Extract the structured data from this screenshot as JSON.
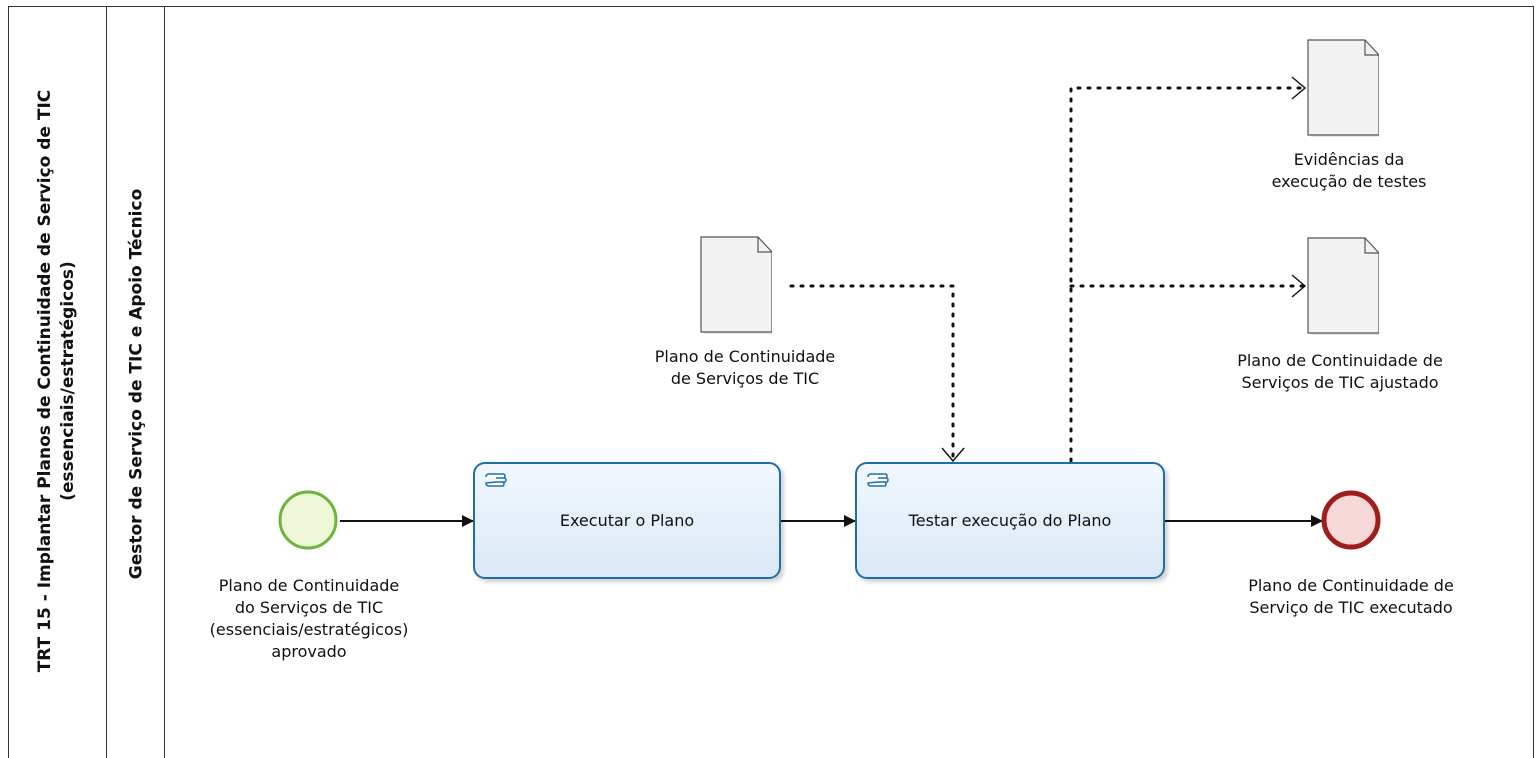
{
  "pool": {
    "title_line1": "TRT 15 - Implantar Planos de Continuidade de Serviço de TIC",
    "title_line2": "(essenciais/estratégicos)"
  },
  "lane": {
    "title": "Gestor de Serviço de TIC e Apoio  Técnico"
  },
  "start_event": {
    "label_lines": [
      "Plano de Continuidade",
      "do Serviços de TIC",
      "(essenciais/estratégicos)",
      "aprovado"
    ]
  },
  "tasks": [
    {
      "label": "Executar o Plano",
      "icon": "manual-task-hand-icon"
    },
    {
      "label": "Testar execução do Plano",
      "icon": "manual-task-hand-icon"
    }
  ],
  "end_event": {
    "label_lines": [
      "Plano de Continuidade de",
      "Serviço de TIC executado"
    ]
  },
  "data_objects": [
    {
      "label_lines": [
        "Plano de Continuidade",
        "de Serviços de TIC"
      ]
    },
    {
      "label_lines": [
        "Evidências da",
        "execução de testes"
      ]
    },
    {
      "label_lines": [
        "Plano de Continuidade de",
        "Serviços de TIC ajustado"
      ]
    }
  ],
  "colors": {
    "start_stroke": "#6cb33f",
    "start_fill": "#eef8d9",
    "end_stroke": "#a01d1d",
    "end_fill": "#f7d8d8",
    "task_stroke": "#1e6ea8",
    "line": "#111111"
  }
}
